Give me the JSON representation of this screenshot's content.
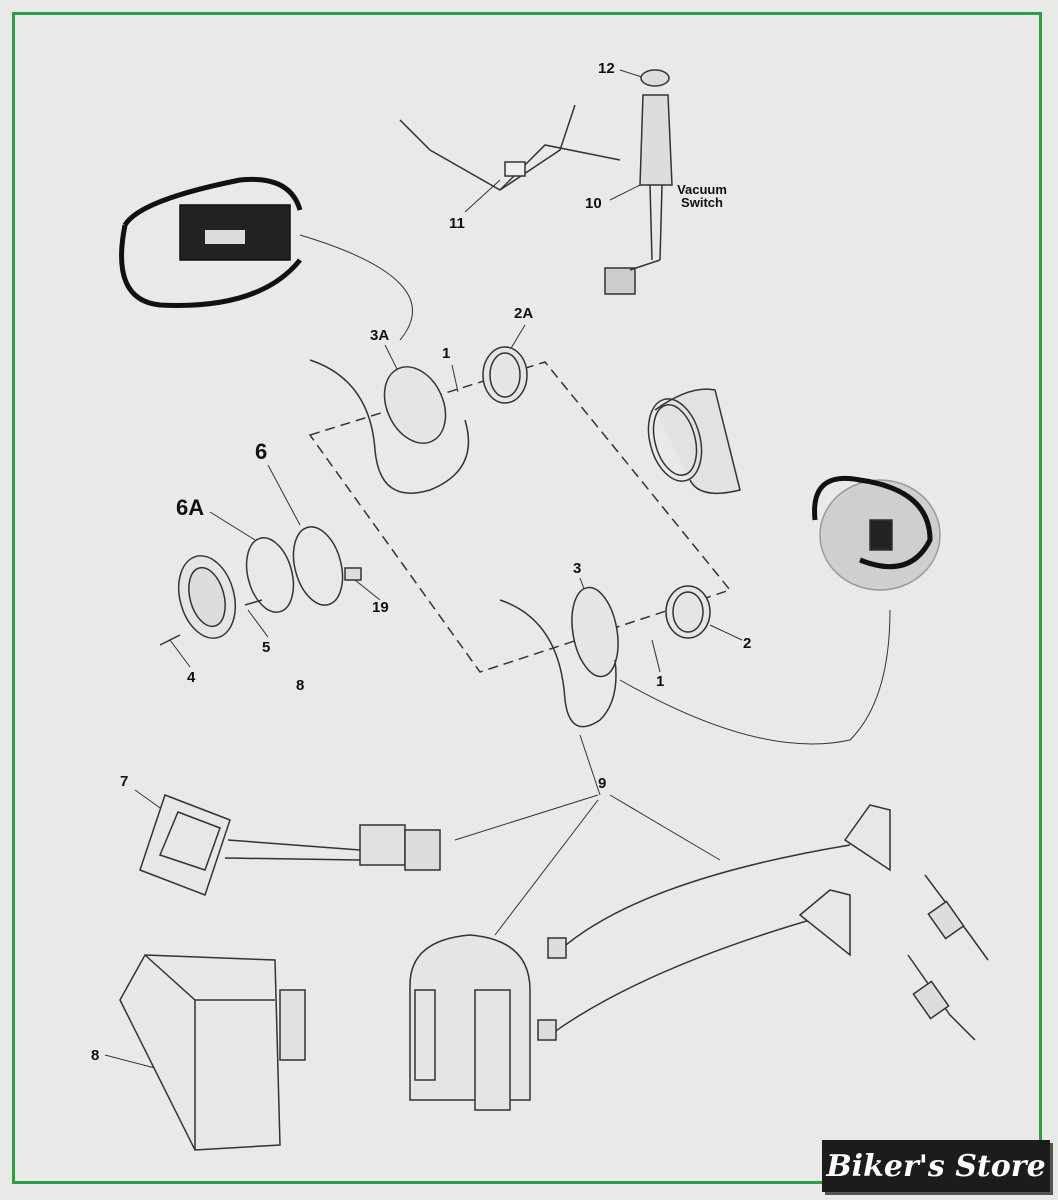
{
  "callouts": {
    "c12": "12",
    "c10": "10",
    "vacuum_switch": "Vacuum Switch",
    "c11": "11",
    "c3a": "3A",
    "c1a": "1",
    "c2a": "2A",
    "c6": "6",
    "c6a": "6A",
    "c19": "19",
    "c5": "5",
    "c4": "4",
    "c8a": "8",
    "c3": "3",
    "c1b": "1",
    "c2": "2",
    "c7": "7",
    "c9": "9",
    "c8b": "8"
  },
  "brand": {
    "logo_text": "Biker's Store",
    "border_color": "#2e9e44"
  }
}
